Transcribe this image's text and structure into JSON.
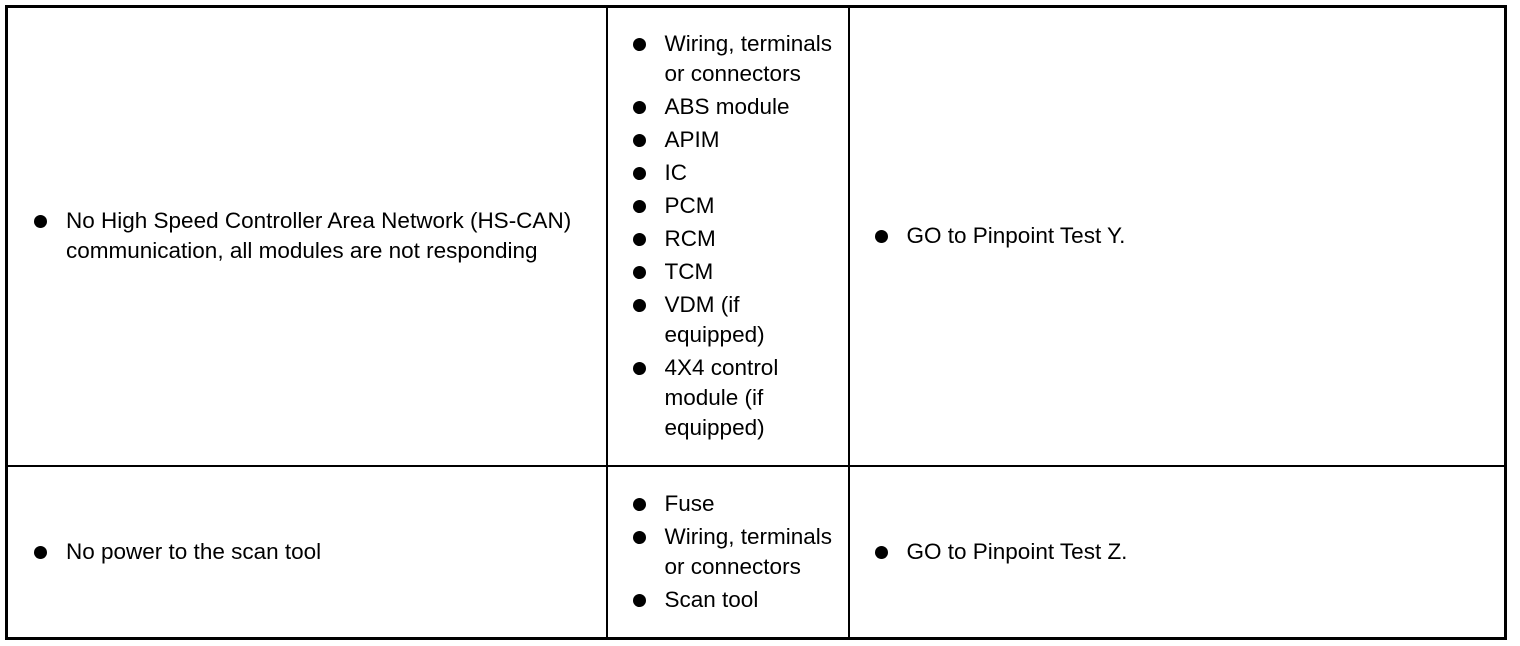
{
  "rows": [
    {
      "symptom": "No High Speed Controller Area Network (HS-CAN) communication, all modules are not responding",
      "sources": [
        "Wiring, terminals or connectors",
        "ABS module",
        "APIM",
        "IC",
        "PCM",
        "RCM",
        "TCM",
        "VDM (if equipped)",
        "4X4 control module (if equipped)"
      ],
      "action": "GO to Pinpoint Test Y."
    },
    {
      "symptom": "No power to the scan tool",
      "sources": [
        "Fuse",
        "Wiring, terminals or connectors",
        "Scan tool"
      ],
      "action": "GO to Pinpoint Test Z."
    }
  ]
}
